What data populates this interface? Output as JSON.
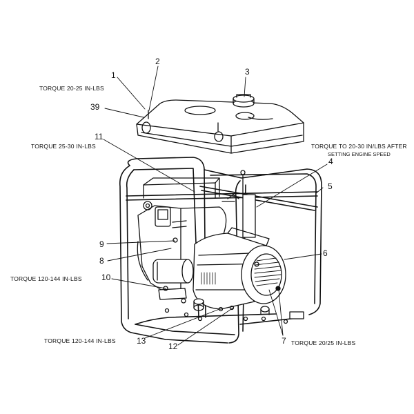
{
  "callouts": {
    "c1": "1",
    "c2": "2",
    "c3": "3",
    "c4": "4",
    "c5": "5",
    "c6": "6",
    "c7": "7",
    "c8": "8",
    "c9": "9",
    "c10": "10",
    "c11": "11",
    "c12": "12",
    "c13": "13",
    "c39": "39"
  },
  "torque_notes": {
    "t1": "TORQUE 20-25 IN-LBS",
    "t2": "TORQUE 25-30 IN-LBS",
    "t3_line1": "TORQUE TO 20-30 IN/LBS AFTER",
    "t3_line2": "SETTING ENGINE SPEED",
    "t4": "TORQUE 120-144 IN-LBS",
    "t5": "TORQUE 120-144 IN-LBS",
    "t6": "TORQUE 20/25 IN-LBS"
  }
}
